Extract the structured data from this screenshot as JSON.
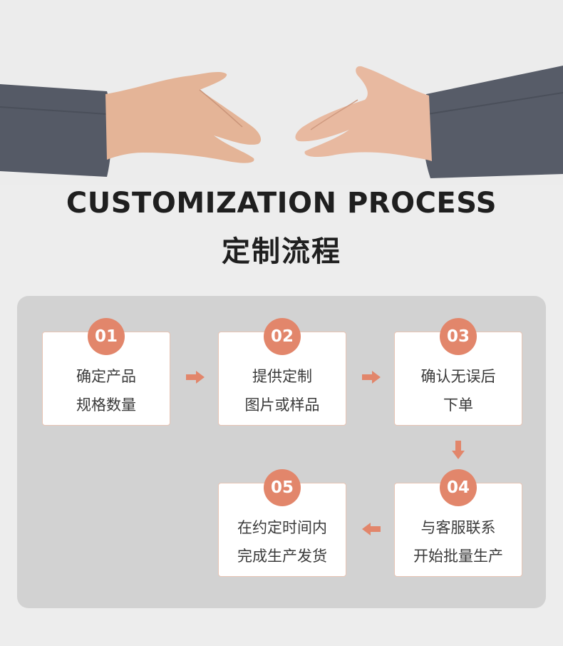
{
  "header": {
    "title_en": "CUSTOMIZATION PROCESS",
    "title_cn": "定制流程"
  },
  "colors": {
    "accent": "#e2866b",
    "panel": "#d2d2d2",
    "background": "#ededed",
    "sleeve": "#555a66",
    "skin": "#e6b79e"
  },
  "steps": [
    {
      "number": "01",
      "line1": "确定产品",
      "line2": "规格数量"
    },
    {
      "number": "02",
      "line1": "提供定制",
      "line2": "图片或样品"
    },
    {
      "number": "03",
      "line1": "确认无误后",
      "line2": "下单"
    },
    {
      "number": "04",
      "line1": "与客服联系",
      "line2": "开始批量生产"
    },
    {
      "number": "05",
      "line1": "在约定时间内",
      "line2": "完成生产发货"
    }
  ],
  "icons": [
    "arrow-right-icon",
    "arrow-down-icon",
    "arrow-left-icon"
  ]
}
